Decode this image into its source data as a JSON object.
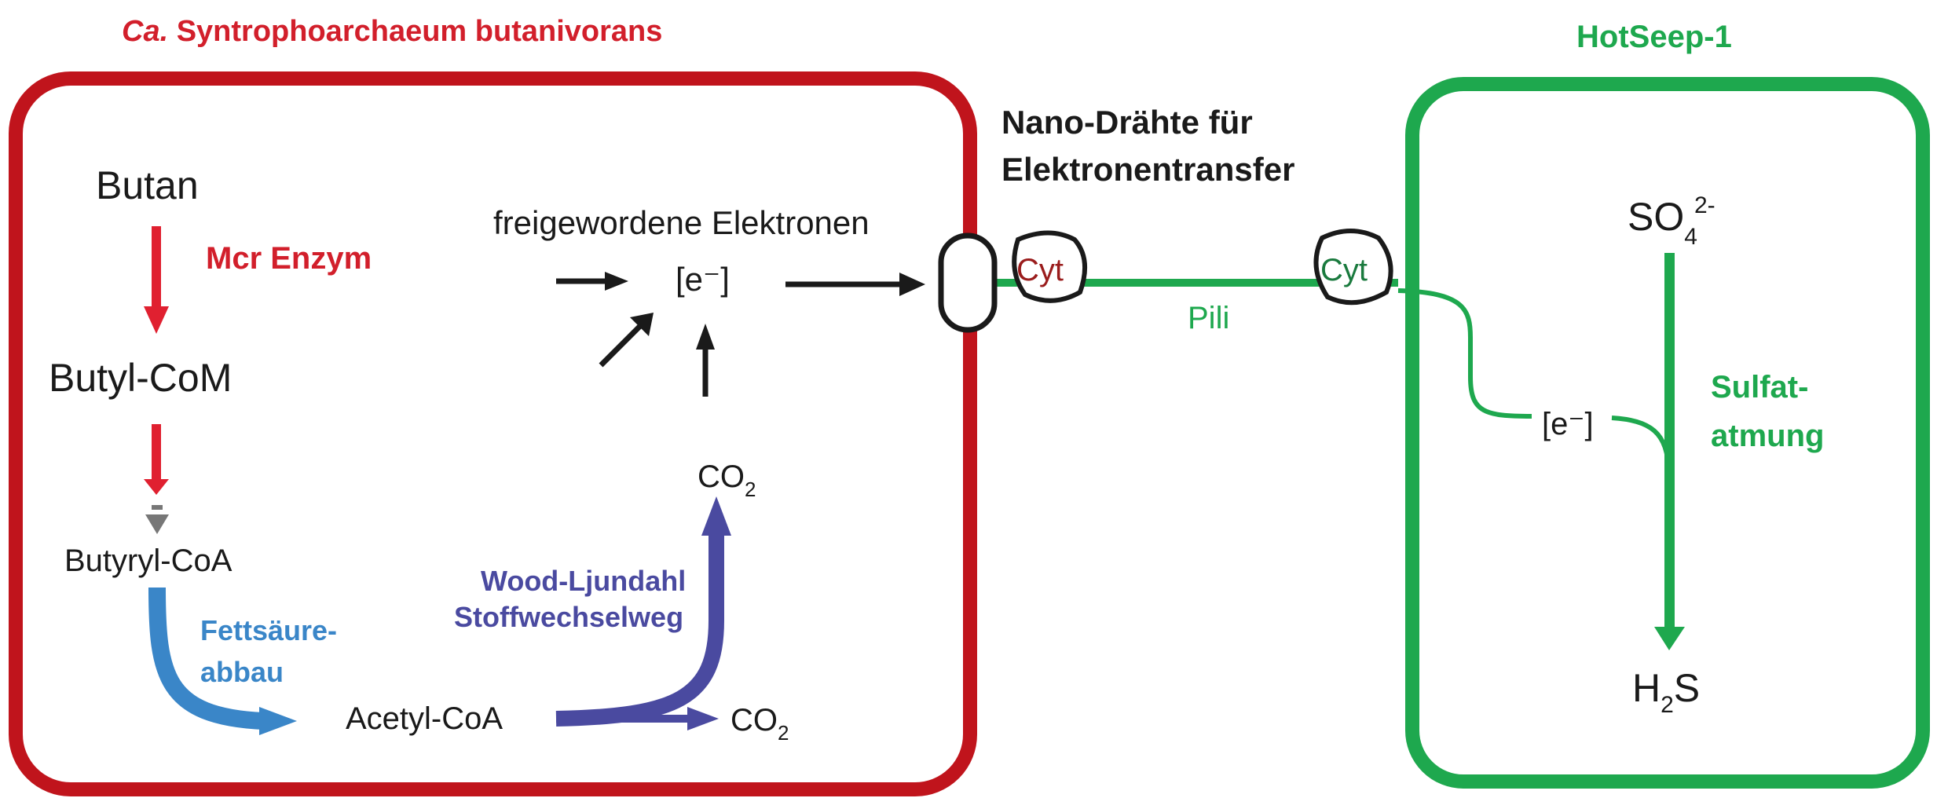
{
  "colors": {
    "red": "#c0141c",
    "red_text": "#d21f2b",
    "arrow_red": "#e02030",
    "green": "#1ea84e",
    "blue": "#3a86c8",
    "purple": "#4a4aa0",
    "black": "#1a1a1a",
    "cyt_red": "#9a1c1c",
    "cyt_green": "#1a7a3e",
    "gray": "#777777"
  },
  "left_cell": {
    "title_italic": "Ca.",
    "title_rest": " Syntrophoarchaeum butanivorans",
    "butan": "Butan",
    "mcr_enzym": "Mcr Enzym",
    "butyl_com": "Butyl-CoM",
    "butyryl_coa": "Butyryl-CoA",
    "fettsaeure_line1": "Fettsäure-",
    "fettsaeure_line2": "abbau",
    "acetyl_coa": "Acetyl-CoA",
    "wood_line1": "Wood-Ljundahl",
    "wood_line2": "Stoffwechselweg",
    "co2_top_main": "CO",
    "co2_top_sub": "2",
    "co2_bottom_main": "CO",
    "co2_bottom_sub": "2",
    "freigewordene": "freigewordene Elektronen",
    "electron": "[e⁻]"
  },
  "nano": {
    "line1": "Nano-Drähte für",
    "line2": "Elektronentransfer",
    "cyt_left": "Cyt",
    "cyt_right": "Cyt",
    "pili": "Pili"
  },
  "right_cell": {
    "title": "HotSeep-1",
    "so4_main": "SO",
    "so4_sub": "4",
    "so4_sup": "2-",
    "sulfat_line1": "Sulfat-",
    "sulfat_line2": "atmung",
    "electron": "[e⁻]",
    "h2s_h": "H",
    "h2s_sub": "2",
    "h2s_s": "S"
  }
}
